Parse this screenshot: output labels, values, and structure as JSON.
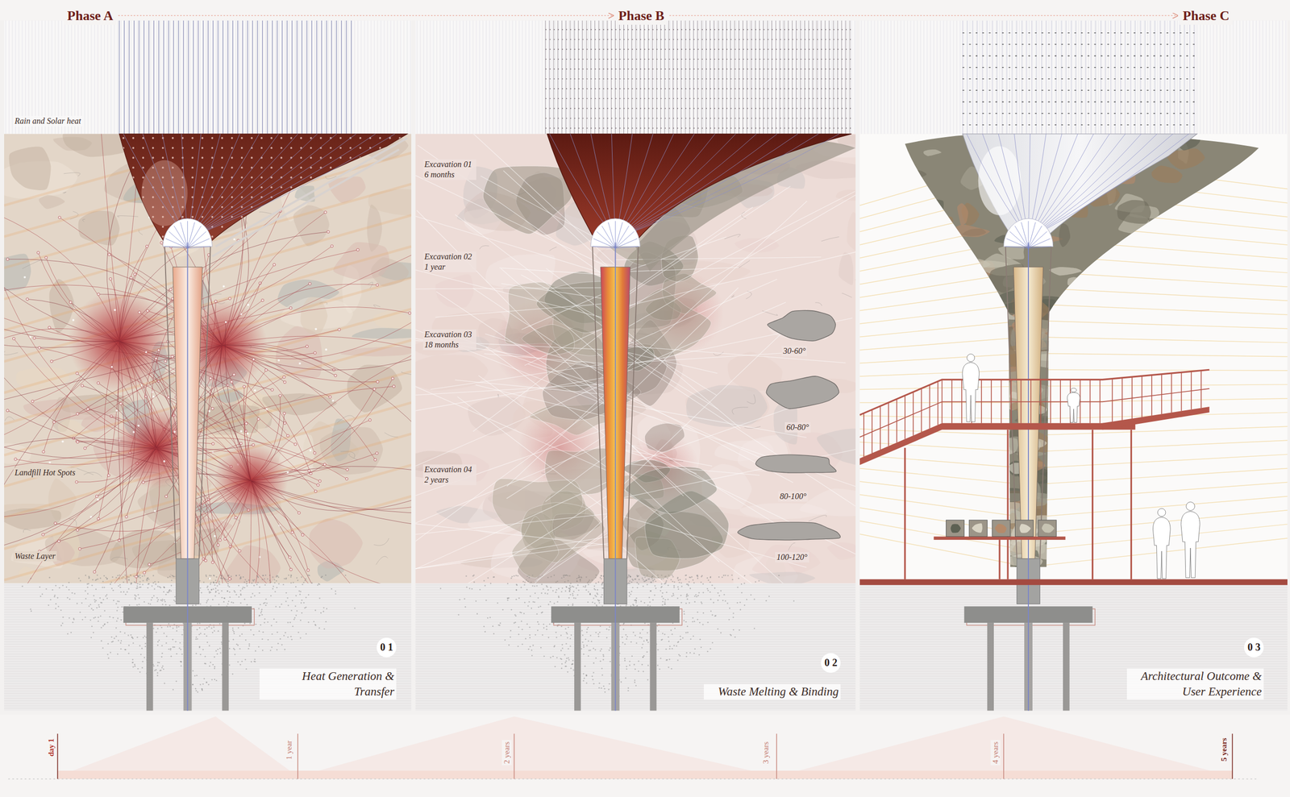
{
  "diagram": {
    "nodes": [
      {
        "text": [
          "Phase A"
        ]
      },
      {
        "text": [
          "Phase B"
        ]
      },
      {
        "text": [
          "Phase C"
        ]
      },
      {
        "text": [
          "0 1",
          "Heat Generation & Transfer"
        ]
      },
      {
        "text": [
          "0 2",
          "Waste Melting & Binding"
        ]
      },
      {
        "text": [
          "0 3",
          "Architectural Outcome & User Experience"
        ]
      }
    ],
    "edges": [
      {
        "from": 0,
        "to": 1,
        "arrow": "to"
      },
      {
        "from": 1,
        "to": 2,
        "arrow": "to"
      }
    ],
    "labels": [
      "Rain and Solar heat",
      "Landfill Hot Spots",
      "Waste Layer",
      "Excavation 01 6 months",
      "Excavation 02 1 year",
      "Excavation 03 18 months",
      "Excavation 04 2 years",
      "30-60°",
      "60-80°",
      "80-100°",
      "100-120°",
      "day 1",
      "1 year",
      "2 years",
      "3 years",
      "4 years",
      "5 years"
    ]
  }
}
